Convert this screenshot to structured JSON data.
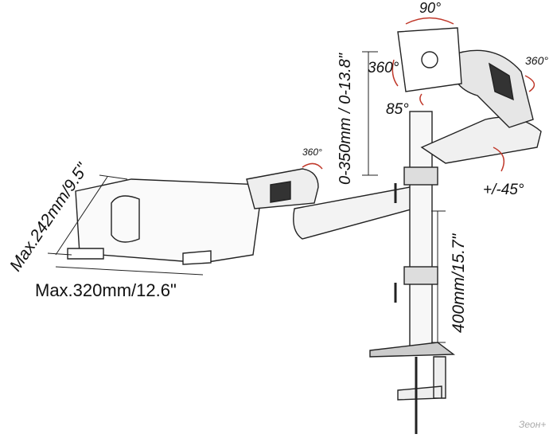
{
  "labels": {
    "monitor_tilt_top": "90°",
    "monitor_rotate_right": "360°",
    "monitor_rotate_left": "360°",
    "monitor_tilt_down": "85°",
    "height_range": "0-350mm / 0-13.8\"",
    "laptop_arm_rotate": "360°",
    "swivel": "+/-45°",
    "pole_height": "400mm/15.7\"",
    "tray_depth": "Max.242mm/9.5\"",
    "tray_width": "Max.320mm/12.6\""
  },
  "watermark": "Зеон+",
  "colors": {
    "line": "#222222",
    "arrow": "#c0392b",
    "shade": "#777777"
  }
}
